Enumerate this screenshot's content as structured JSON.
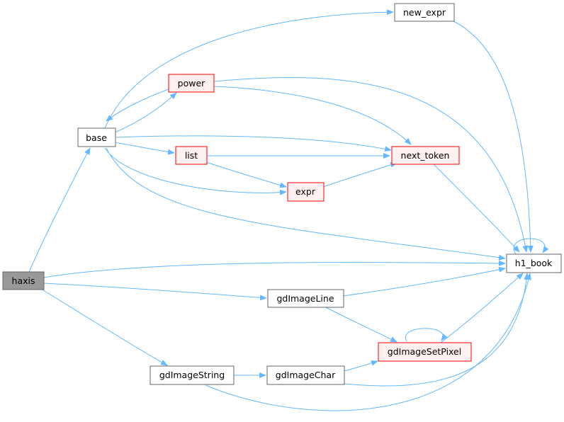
{
  "colors": {
    "edge": "#63b8ff",
    "node_normal_fill": "#ffffff",
    "node_normal_border": "#666666",
    "node_truncated_fill": "#fff0f0",
    "node_truncated_border": "#ff0000",
    "node_root_fill": "#999999",
    "node_root_border": "#666666"
  },
  "nodes": {
    "haxis": "haxis",
    "base": "base",
    "new_expr": "new_expr",
    "power": "power",
    "list": "list",
    "next_token": "next_token",
    "expr": "expr",
    "h1_book": "h1_book",
    "gdImageLine": "gdImageLine",
    "gdImageSetPixel": "gdImageSetPixel",
    "gdImageString": "gdImageString",
    "gdImageChar": "gdImageChar"
  },
  "node_styles": {
    "haxis": "root",
    "base": "normal",
    "new_expr": "normal",
    "power": "truncated",
    "list": "truncated",
    "next_token": "truncated",
    "expr": "truncated",
    "h1_book": "normal",
    "gdImageLine": "normal",
    "gdImageSetPixel": "truncated",
    "gdImageString": "normal",
    "gdImageChar": "normal"
  },
  "edges": [
    {
      "from": "haxis",
      "to": "base"
    },
    {
      "from": "haxis",
      "to": "h1_book"
    },
    {
      "from": "haxis",
      "to": "gdImageLine"
    },
    {
      "from": "haxis",
      "to": "gdImageString"
    },
    {
      "from": "base",
      "to": "new_expr"
    },
    {
      "from": "base",
      "to": "power"
    },
    {
      "from": "base",
      "to": "list"
    },
    {
      "from": "base",
      "to": "next_token"
    },
    {
      "from": "base",
      "to": "expr"
    },
    {
      "from": "base",
      "to": "h1_book"
    },
    {
      "from": "power",
      "to": "base"
    },
    {
      "from": "power",
      "to": "next_token"
    },
    {
      "from": "power",
      "to": "h1_book"
    },
    {
      "from": "list",
      "to": "next_token"
    },
    {
      "from": "list",
      "to": "expr"
    },
    {
      "from": "expr",
      "to": "next_token"
    },
    {
      "from": "next_token",
      "to": "h1_book"
    },
    {
      "from": "new_expr",
      "to": "h1_book"
    },
    {
      "from": "h1_book",
      "to": "h1_book"
    },
    {
      "from": "gdImageLine",
      "to": "h1_book"
    },
    {
      "from": "gdImageLine",
      "to": "gdImageSetPixel"
    },
    {
      "from": "gdImageSetPixel",
      "to": "h1_book"
    },
    {
      "from": "gdImageSetPixel",
      "to": "gdImageSetPixel"
    },
    {
      "from": "gdImageString",
      "to": "gdImageChar"
    },
    {
      "from": "gdImageString",
      "to": "h1_book"
    },
    {
      "from": "gdImageChar",
      "to": "gdImageSetPixel"
    },
    {
      "from": "gdImageChar",
      "to": "h1_book"
    }
  ]
}
